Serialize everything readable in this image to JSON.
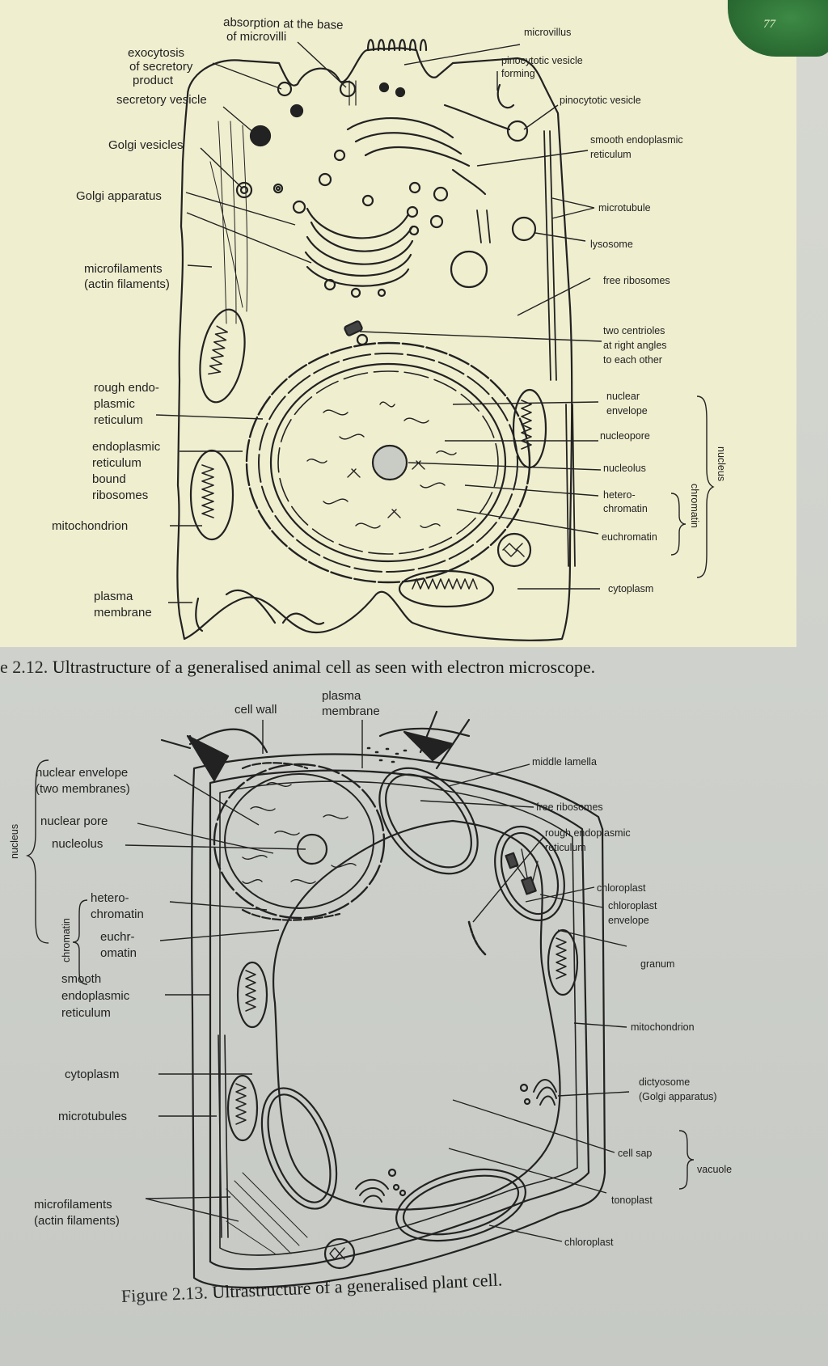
{
  "page_number": "77",
  "animal_cell": {
    "caption_number": "e 2.12.",
    "caption_text": "Ultrastructure of a generalised animal cell as seen with electron microscope.",
    "labels": {
      "exocytosis": [
        "exocytosis",
        "of secretory",
        "product"
      ],
      "absorption": [
        "absorption at the base",
        "of microvilli"
      ],
      "microvillus": "microvillus",
      "pinocytotic_forming": [
        "pinocytotic vesicle",
        "forming"
      ],
      "pinocytotic_vesicle": "pinocytotic vesicle",
      "secretory_vesicle": "secretory vesicle",
      "golgi_vesicles": "Golgi vesicles",
      "smooth_er": [
        "smooth endoplasmic",
        "reticulum"
      ],
      "golgi_apparatus": "Golgi apparatus",
      "microtubule": "microtubule",
      "lysosome": "lysosome",
      "microfilaments": [
        "microfilaments",
        "(actin filaments)"
      ],
      "free_ribosomes": "free ribosomes",
      "centrioles": [
        "two centrioles",
        "at right angles",
        "to each other"
      ],
      "rough_er": [
        "rough endo-",
        "plasmic",
        "reticulum"
      ],
      "er_ribosomes": [
        "endoplasmic",
        "reticulum",
        "bound",
        "ribosomes"
      ],
      "nuclear_envelope": [
        "nuclear",
        "envelope"
      ],
      "nucleopore": "nucleopore",
      "nucleolus": "nucleolus",
      "heterochromatin": [
        "hetero-",
        "chromatin"
      ],
      "euchromatin": "euchromatin",
      "mitochondrion": "mitochondrion",
      "chromatin_group": "chromatin",
      "nucleus_group": "nucleus",
      "plasma_membrane": [
        "plasma",
        "membrane"
      ],
      "cytoplasm": "cytoplasm"
    }
  },
  "plant_cell": {
    "caption_number": "Figure 2.13.",
    "caption_text": "Ultrastructure of a generalised plant cell.",
    "labels": {
      "cell_wall": "cell wall",
      "plasma_membrane": [
        "plasma",
        "membrane"
      ],
      "middle_lamella": "middle lamella",
      "nuclear_envelope": [
        "nuclear envelope",
        "(two membranes)"
      ],
      "free_ribosomes": "free ribosomes",
      "nuclear_pore": "nuclear pore",
      "rough_er": [
        "rough endoplasmic",
        "reticulum"
      ],
      "nucleolus": "nucleolus",
      "heterochromatin": [
        "hetero-",
        "chromatin"
      ],
      "euchromatin": [
        "euchr-",
        "omatin"
      ],
      "chromatin_group": "chromatin",
      "nucleus_group": "nucleus",
      "chloroplast": "chloroplast",
      "chloroplast_envelope": [
        "chloroplast",
        "envelope"
      ],
      "granum": "granum",
      "smooth_er": [
        "smooth",
        "endoplasmic",
        "reticulum"
      ],
      "mitochondrion": "mitochondrion",
      "cytoplasm": "cytoplasm",
      "microtubules": "microtubules",
      "dictyosome": [
        "dictyosome",
        "(Golgi apparatus)"
      ],
      "cell_sap": "cell sap",
      "vacuole_group": "vacuole",
      "microfilaments": [
        "microfilaments",
        "(actin filaments)"
      ],
      "tonoplast": "tonoplast",
      "chloroplast_bottom": "chloroplast"
    }
  }
}
